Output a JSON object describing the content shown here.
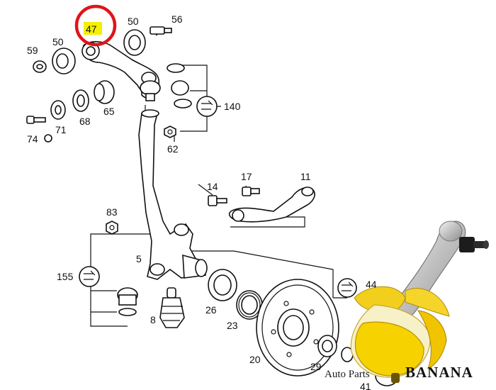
{
  "diagram": {
    "highlighted_part": "47",
    "highlight_color": "#f3f000",
    "circle_color": "#e0141a",
    "labels": {
      "p47": "47",
      "p50a": "50",
      "p56": "56",
      "p59": "59",
      "p50b": "50",
      "p65": "65",
      "p68": "68",
      "p71": "71",
      "p74": "74",
      "p140": "140",
      "p62": "62",
      "p14": "14",
      "p17": "17",
      "p11": "11",
      "p83": "83",
      "p5": "5",
      "p155": "155",
      "p8": "8",
      "p26": "26",
      "p23": "23",
      "p44": "44",
      "p20": "20",
      "p29": "29",
      "p41": "41"
    }
  },
  "brand": {
    "prefix": "Auto Parts",
    "name": "BANANA"
  }
}
